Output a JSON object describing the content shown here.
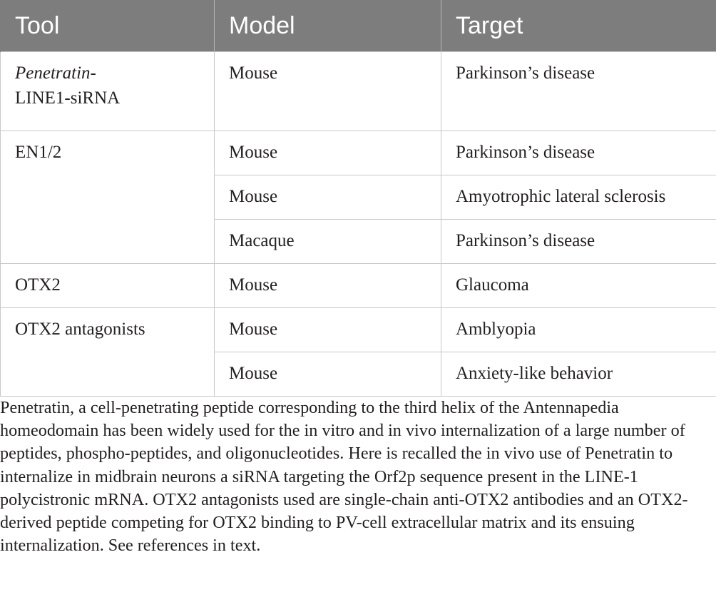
{
  "table": {
    "headers": [
      "Tool",
      "Model",
      "Target"
    ],
    "rows": {
      "r0": {
        "tool_italic": "Penetratin-",
        "tool_rest": "LINE1-siRNA",
        "model": "Mouse",
        "target": "Parkinson’s disease"
      },
      "r1": {
        "tool": "EN1/2",
        "model": "Mouse",
        "target": "Parkinson’s disease"
      },
      "r2": {
        "model": "Mouse",
        "target": "Amyotrophic lateral sclerosis"
      },
      "r3": {
        "model": "Macaque",
        "target": "Parkinson’s disease"
      },
      "r4": {
        "tool": "OTX2",
        "model": "Mouse",
        "target": "Glaucoma"
      },
      "r5": {
        "tool": "OTX2 antagonists",
        "model": "Mouse",
        "target": "Amblyopia"
      },
      "r6": {
        "model": "Mouse",
        "target": "Anxiety-like behavior"
      }
    }
  },
  "footnote": "Penetratin, a cell-penetrating peptide corresponding to the third helix of the Antennapedia homeodomain has been widely used for the in vitro and in vivo internalization of a large number of peptides, phospho-peptides, and oligonucleotides. Here is recalled the in vivo use of Penetratin to internalize in midbrain neurons a siRNA targeting the Orf2p sequence present in the LINE-1 polycistronic mRNA. OTX2 antagonists used are single-chain anti-OTX2 antibodies and an OTX2-derived peptide competing for OTX2 binding to PV-cell extracellular matrix and its ensuing internalization. See references in text."
}
